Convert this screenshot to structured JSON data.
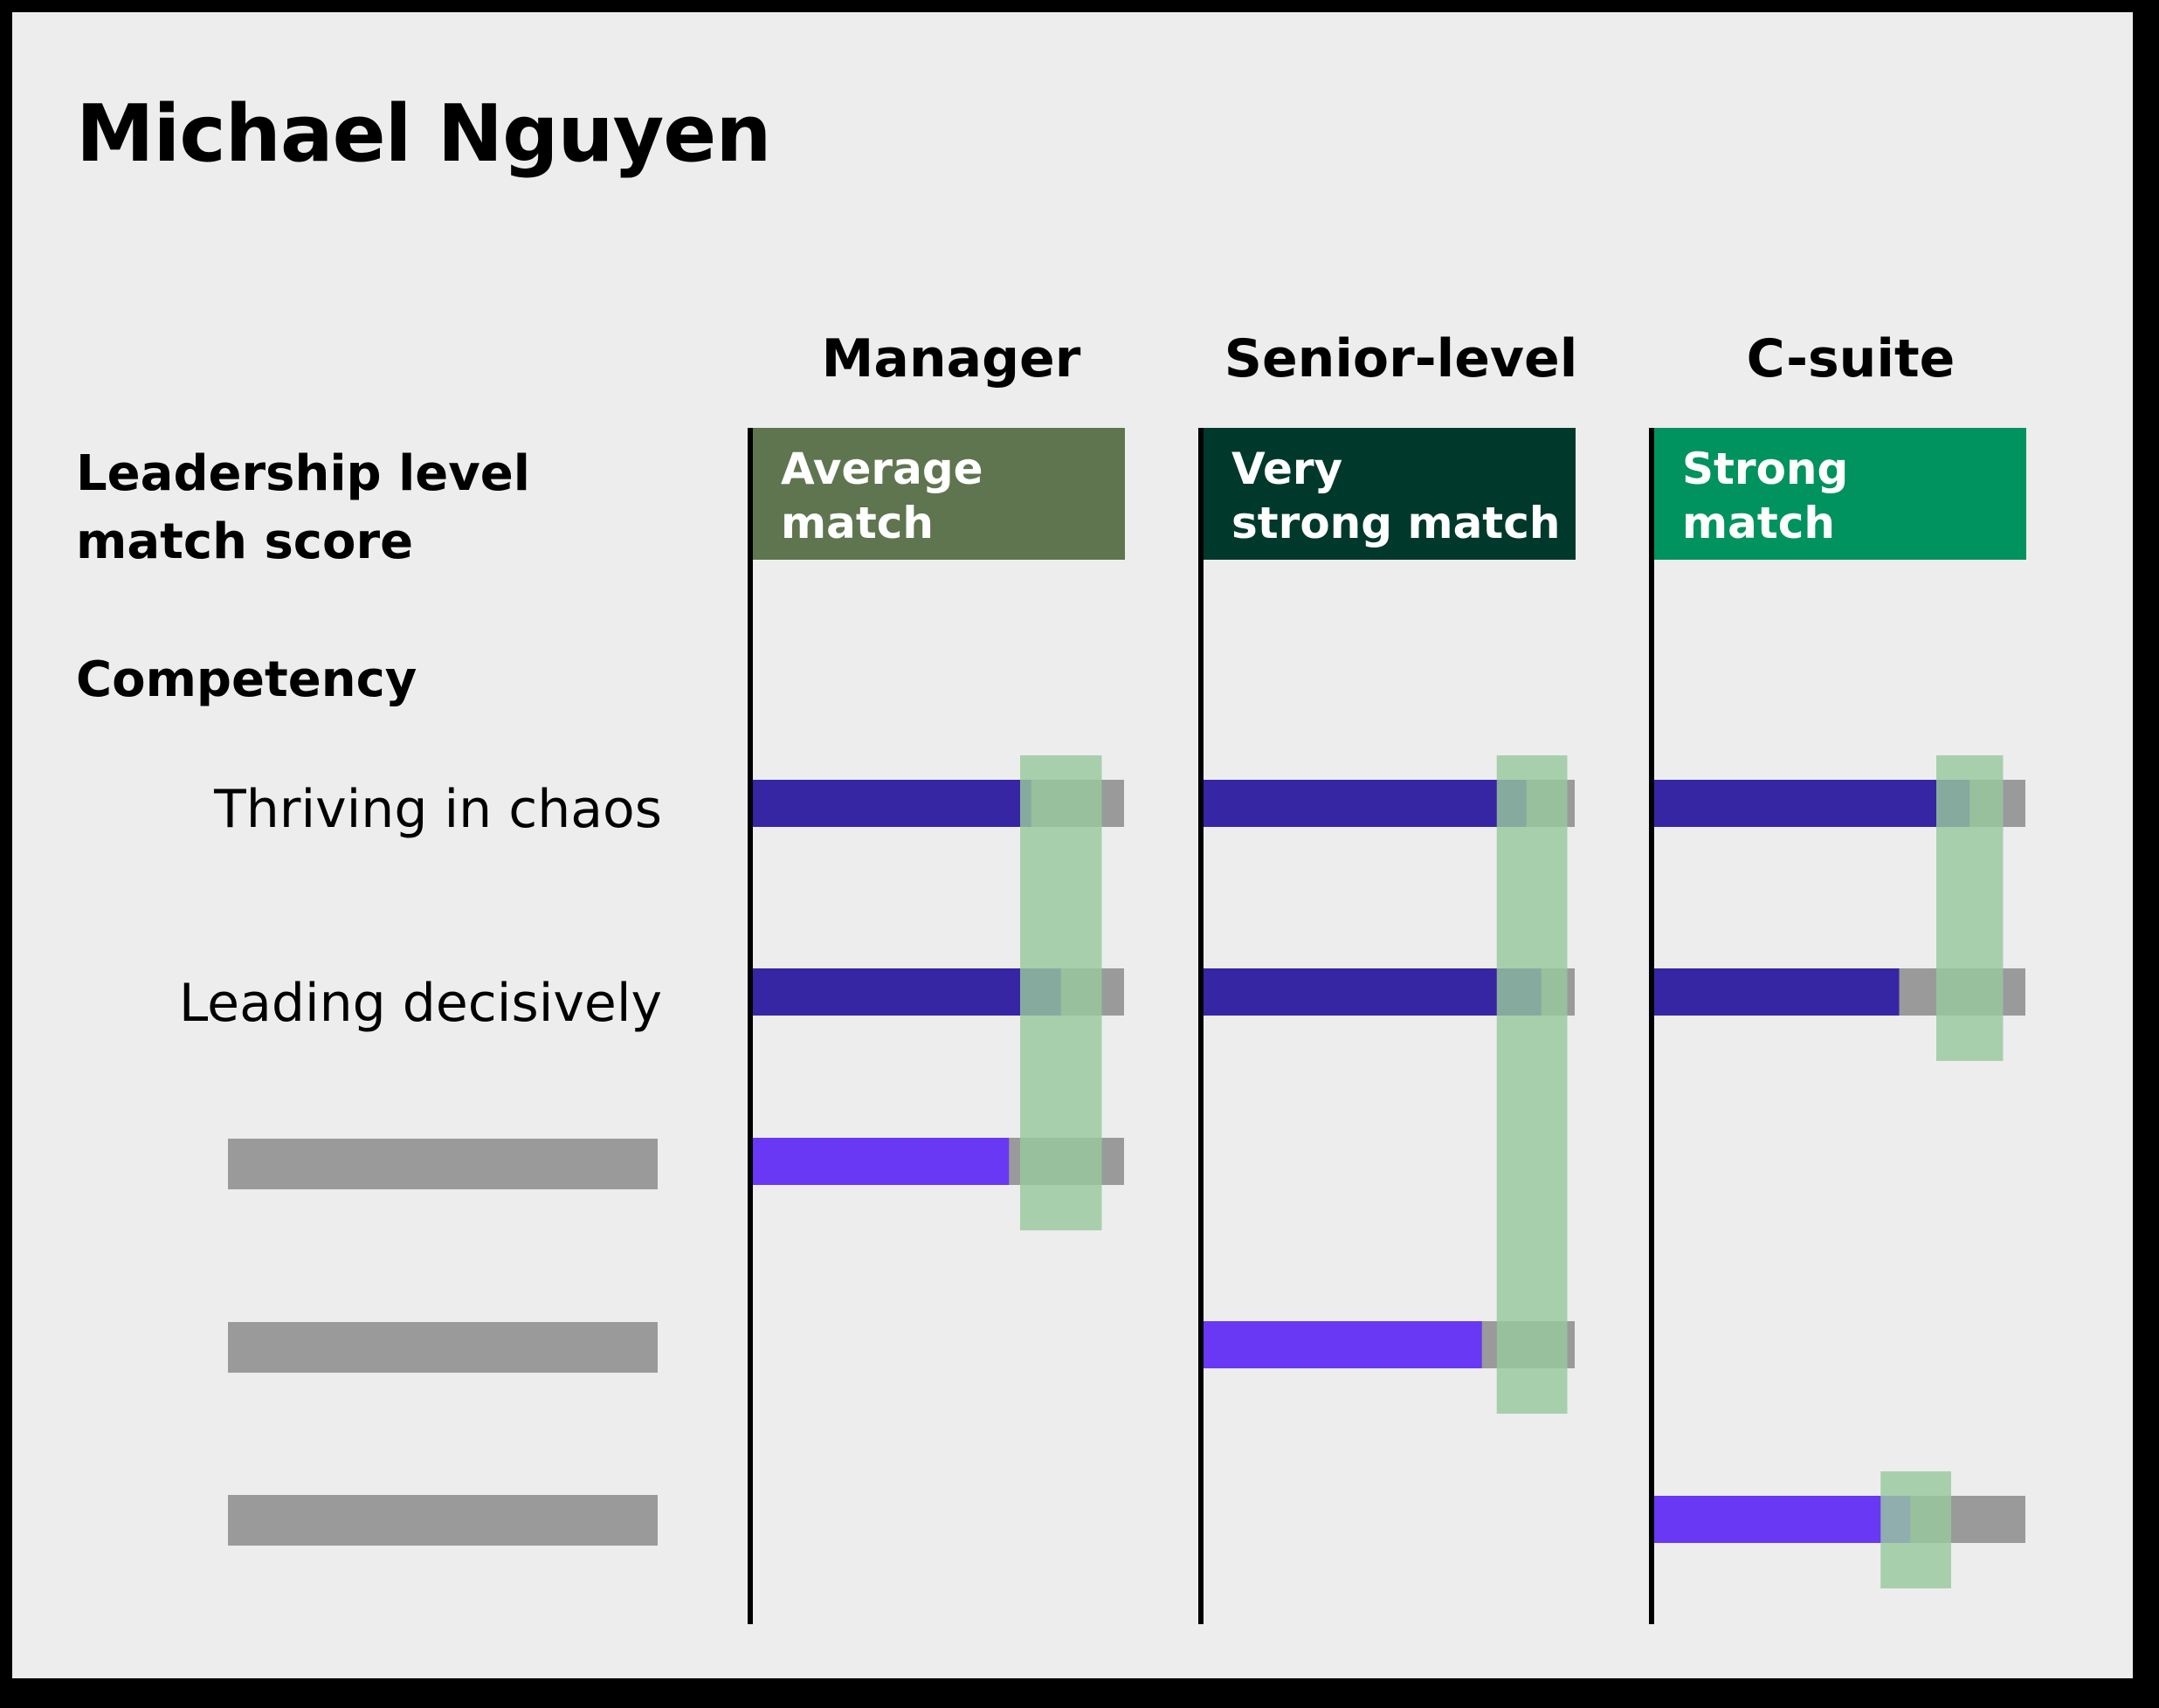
{
  "page": {
    "name": "Michael Nguyen",
    "score_label_line1": "Leadership level",
    "score_label_line2": "match score",
    "competency_label": "Competency"
  },
  "columns": [
    {
      "title": "Manager",
      "score_line1": "Average",
      "score_line2": "match",
      "color": "#5f7550"
    },
    {
      "title": "Senior-level",
      "score_line1": "Very",
      "score_line2": "strong match",
      "color": "#00392b"
    },
    {
      "title": "C-suite",
      "score_line1": "Strong",
      "score_line2": "match",
      "color": "#00935f"
    }
  ],
  "competencies": [
    {
      "label": "Thriving in chaos"
    },
    {
      "label": "Leading decisively"
    },
    {
      "label": ""
    },
    {
      "label": ""
    },
    {
      "label": ""
    }
  ],
  "colors": {
    "background": "#ededed",
    "track": "#9a9a9a",
    "bar_shown": "#3726a3",
    "bar_other": "#6838f5",
    "target_band": "#98c89d",
    "axis": "#000000"
  },
  "chart_data": {
    "type": "bar",
    "orientation": "horizontal",
    "x_range": [
      0,
      1
    ],
    "categories": [
      "Thriving in chaos",
      "Leading decisively",
      "",
      "",
      ""
    ],
    "panels": [
      {
        "name": "Manager",
        "score": "Average match",
        "bars": [
          {
            "category": 0,
            "value": 0.75,
            "bar": "bar_shown"
          },
          {
            "category": 1,
            "value": 0.83,
            "bar": "bar_shown"
          },
          {
            "category": 2,
            "value": 0.69,
            "bar": "bar_other"
          }
        ],
        "target_range": [
          0.72,
          0.94
        ],
        "target_rows": [
          0,
          2
        ]
      },
      {
        "name": "Senior-level",
        "score": "Very strong match",
        "bars": [
          {
            "category": 0,
            "value": 0.87,
            "bar": "bar_shown"
          },
          {
            "category": 1,
            "value": 0.91,
            "bar": "bar_shown"
          },
          {
            "category": 3,
            "value": 0.75,
            "bar": "bar_other"
          }
        ],
        "target_range": [
          0.79,
          0.98
        ],
        "target_rows": [
          0,
          3
        ]
      },
      {
        "name": "C-suite",
        "score": "Strong match",
        "bars": [
          {
            "category": 0,
            "value": 0.85,
            "bar": "bar_shown"
          },
          {
            "category": 1,
            "value": 0.66,
            "bar": "bar_shown"
          },
          {
            "category": 4,
            "value": 0.69,
            "bar": "bar_other"
          }
        ],
        "target_range": [
          0.76,
          0.94
        ],
        "target_rows": [
          0,
          1
        ],
        "extra_targets": [
          {
            "range": [
              0.61,
              0.8
            ],
            "rows": [
              4,
              4
            ]
          }
        ]
      }
    ]
  }
}
